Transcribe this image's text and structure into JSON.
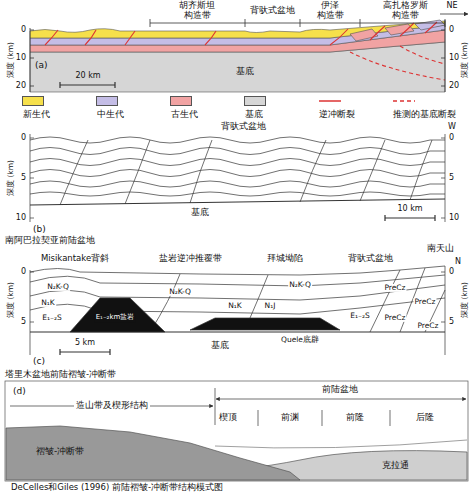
{
  "diagram": {
    "labels": [
      "胡齐斯坦 构造带",
      "背驮式盆地",
      "伊泽 构造带",
      "高扎格罗斯 构造带",
      "NE",
      "深度 (km)",
      "0",
      "10",
      "20",
      "0",
      "10",
      "20",
      "深度 (km)",
      "基底",
      "20 km",
      "(a)",
      "背驮式盆地",
      "W",
      "深度 (km)",
      "0",
      "5",
      "10",
      "0",
      "5",
      "10",
      "基底",
      "10 km",
      "(b)",
      "南阿巴拉契亚前陆盆地",
      "Misikantake背斜",
      "盐岩逆冲推覆带",
      "拜城坳陷",
      "背驮式盆地",
      "南天山",
      "N",
      "深度 (km)",
      "0",
      "5",
      "0",
      "5",
      "深度 (km)",
      "N₂K-Q",
      "N₁K",
      "E₁₋₂S",
      "E₁₋₂km盐岩",
      "N₂K-Q",
      "N₁K",
      "N₁J",
      "N₂K-Q",
      "E₁₋₂S",
      "Quele底辟",
      "PreCz",
      "PreCz",
      "PreCz",
      "PreCz",
      "基底",
      "5 km",
      "(c)",
      "塔里木盆地前陆褶皱-冲断带",
      "前陆盆地",
      "造山带及楔形结构",
      "楔顶",
      "前渊",
      "前隆",
      "后隆",
      "褶皱-冲断带",
      "克拉通",
      "(d)",
      "DeCelles和Giles (1996) 前陆褶皱-冲断带结构模式图"
    ],
    "legend": [
      {
        "text": "新生代",
        "color": "#f6e04b"
      },
      {
        "text": "中生代",
        "color": "#c4bde6"
      },
      {
        "text": "古生代",
        "color": "#f1a3a3"
      },
      {
        "text": "基底",
        "color": "#d6d6d6"
      },
      {
        "text": "逆冲断裂"
      },
      {
        "text": "推测的基底断裂"
      }
    ]
  }
}
